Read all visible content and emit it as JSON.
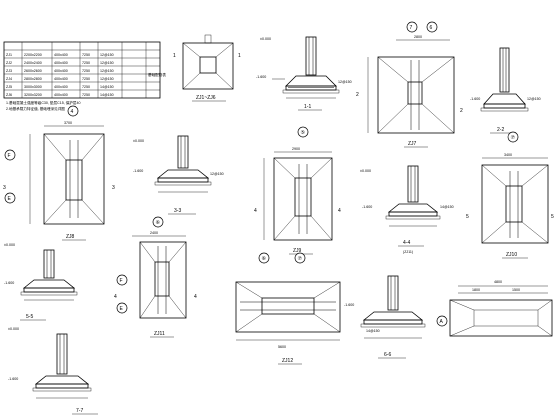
{
  "table": {
    "rows": [
      [
        "ZJ1",
        "2200x2200",
        "400x400",
        "7250",
        "12@150",
        ""
      ],
      [
        "ZJ2",
        "2400x2400",
        "400x400",
        "7250",
        "12@150",
        ""
      ],
      [
        "ZJ3",
        "2600x2600",
        "400x400",
        "7250",
        "12@150",
        ""
      ],
      [
        "ZJ4",
        "2800x2800",
        "400x400",
        "7250",
        "12@150",
        ""
      ],
      [
        "ZJ5",
        "3000x3000",
        "400x400",
        "7250",
        "14@150",
        ""
      ],
      [
        "ZJ6",
        "3200x3200",
        "400x400",
        "7250",
        "14@150",
        ""
      ]
    ],
    "side_note": "基础配筋表"
  },
  "notes": [
    "1.基础混凝土强度等级C30, 垫层C15, 保护层40",
    "2.地基承载力特征值, 基础埋深见详图"
  ],
  "details": {
    "zj1_zj6_title": "ZJ1~ZJ6",
    "sec11_title": "1-1",
    "zj7_title": "ZJ7",
    "sec22_title": "2-2",
    "zj8_title": "ZJ8",
    "sec33_title": "3-3",
    "zj9_title": "ZJ9",
    "sec44_title": "4-4",
    "sec44_sub": "(ZJ11)",
    "zj10_title": "ZJ10",
    "sec55_title": "5-5",
    "zj11_title": "ZJ11",
    "zj12_title": "ZJ12",
    "sec66_title": "6-6",
    "sec77_title": "7-7",
    "axis_4": "4",
    "axis_5": "5",
    "axis_6": "6",
    "axis_7": "7",
    "axis_F": "F",
    "axis_E": "E",
    "axis_A": "A",
    "dim_a": "2800",
    "dim_b": "1900",
    "dim_c": "3700",
    "dim_d": "2400",
    "dim_e": "2900",
    "dim_f": "4700",
    "dim_g": "3400",
    "dim_h": "3800",
    "dim_i": "5600",
    "dim_j": "4800",
    "dim_k": "1800",
    "dim_l": "1500",
    "elev_a": "-1.600",
    "elev_b": "-1.400",
    "elev_c": "±0.000",
    "rebar_a": "12@150",
    "rebar_b": "14@150"
  }
}
